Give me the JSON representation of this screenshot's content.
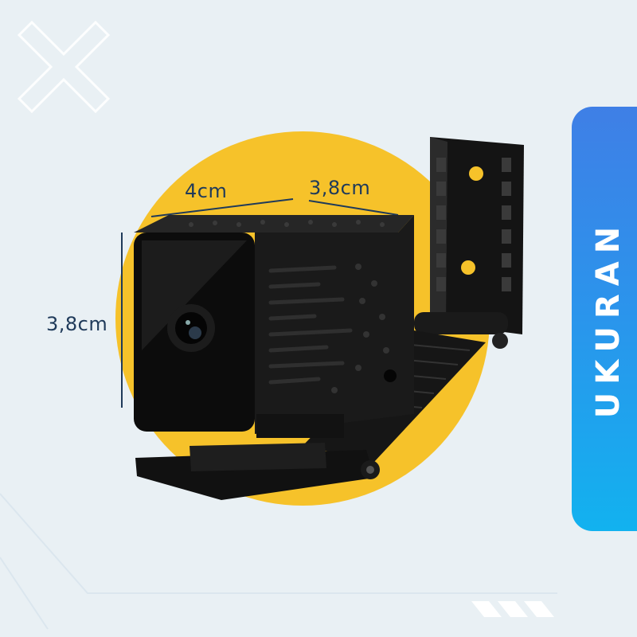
{
  "dimensions": {
    "width_label": "4cm",
    "depth_label": "3,8cm",
    "height_label": "3,8cm"
  },
  "side_tab": {
    "label": "UKURAN"
  },
  "colors": {
    "background": "#e9f0f4",
    "accent_circle": "#f6c22a",
    "tab_gradient_top": "#3f7fe6",
    "tab_gradient_bottom": "#12b2ef",
    "dimension_text": "#1f3a5a",
    "product": "#111111"
  },
  "icons": [
    "close-x-watermark-icon",
    "chevron-stripes-icon"
  ]
}
